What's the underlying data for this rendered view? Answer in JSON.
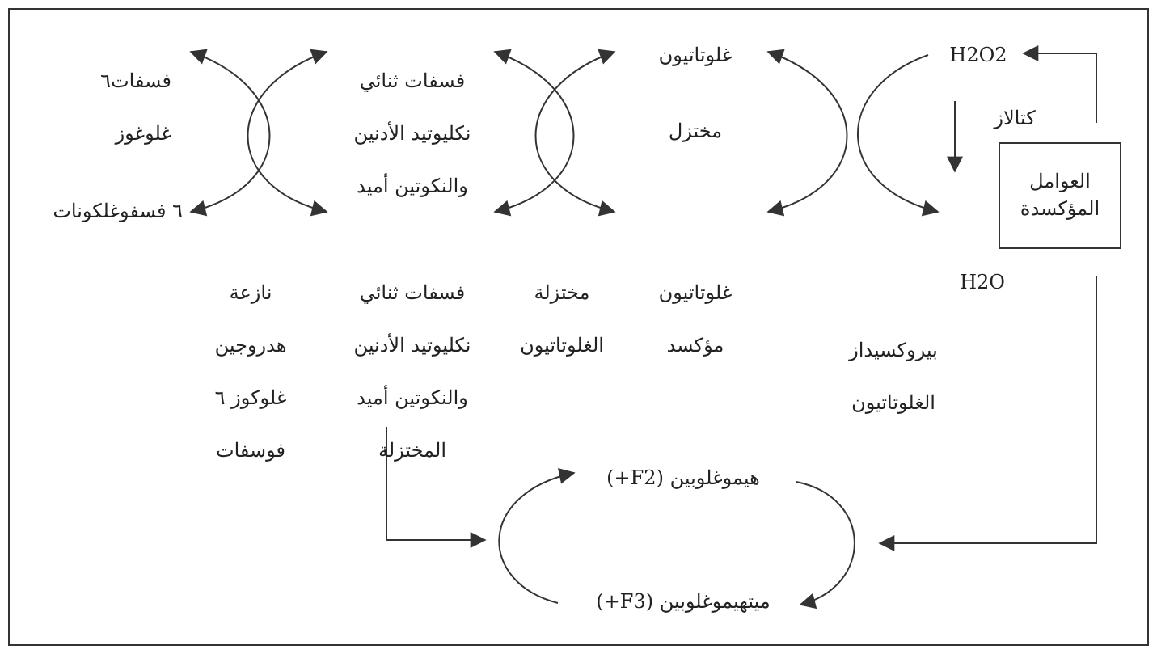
{
  "labels": {
    "h2o2": "H2O2",
    "catalase": "كتالاز",
    "oxidants_line1": "العوامل",
    "oxidants_line2": "المؤكسدة",
    "h2o": "H2O",
    "gpx_line1": "بيروكسيداز",
    "gpx_line2": "الغلوتاتيون",
    "glutathione": "غلوتاتيون",
    "reduced": "مختزل",
    "gssg_line1": "غلوتاتيون",
    "gssg_line2": "مؤكسد",
    "gr_line1": "مختزلة",
    "gr_line2": "الغلوتاتيون",
    "nadp_line1": "فسفات ثنائي",
    "nadp_line2": "نكليوتيد الأدنين",
    "nadp_line3": "والنكوتين أميد",
    "nadph_line1": "فسفات ثنائي",
    "nadph_line2": "نكليوتيد الأدنين",
    "nadph_line3": "والنكوتين أميد",
    "nadph_line4": "المختزلة",
    "g6pd_line1": "نازعة",
    "g6pd_line2": "هدروجين",
    "g6pd_line3": "غلوكوز ٦",
    "g6pd_line4": "فوسفات",
    "g6p_line1": "فسفات٦",
    "g6p_line2": "غلوغوز",
    "6pg": "٦ فسفوغلكونات",
    "hb": "هيموغلوبين (F2+)",
    "methb": "ميتهيموغلوبين (F3+)"
  },
  "colors": {
    "stroke": "#333333",
    "text": "#222222"
  }
}
